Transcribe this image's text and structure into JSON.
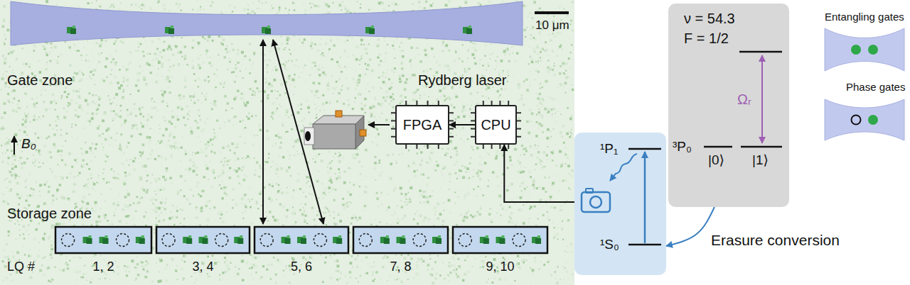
{
  "diagram": {
    "nodes": [
      {
        "text": [
          "FPGA"
        ]
      },
      {
        "text": [
          "CPU"
        ]
      },
      {
        "text": [
          "¹P₁",
          "¹S₀"
        ]
      },
      {
        "text": [
          "ν = 54.3",
          "F = 1/2",
          "Ωᵣ",
          "³P₀",
          "|0⟩",
          "|1⟩"
        ]
      }
    ],
    "edges": [
      {
        "from": 1,
        "to": 0,
        "arrow": "to"
      },
      {
        "from": 2,
        "to": 1,
        "arrow": "to"
      },
      {
        "from": 3,
        "to": 2,
        "label": "Erasure conversion",
        "arrow": "to"
      }
    ],
    "labels": [
      "10 μm",
      "Gate zone",
      "Rydberg laser",
      "B₀",
      "Storage zone",
      "LQ #",
      "1, 2",
      "3, 4",
      "5, 6",
      "7, 8",
      "9, 10",
      "Entangling gates",
      "Phase gates"
    ]
  }
}
